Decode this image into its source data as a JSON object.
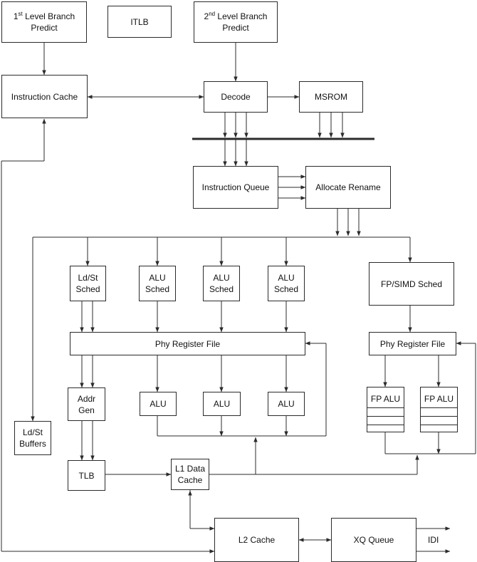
{
  "blocks": {
    "bp1_sup": "st",
    "bp1_rest": " Level Branch\nPredict",
    "bp1_num": "1",
    "itlb": "ITLB",
    "bp2_num": "2",
    "bp2_sup": "nd",
    "bp2_rest": " Level Branch\nPredict",
    "icache": "Instruction Cache",
    "decode": "Decode",
    "msrom": "MSROM",
    "iqueue": "Instruction Queue",
    "alloc": "Allocate Rename",
    "ldst_sched": "Ld/St\nSched",
    "alu_sched": "ALU\nSched",
    "fp_sched": "FP/SIMD Sched",
    "prf": "Phy Register File",
    "fp_prf": "Phy Register File",
    "addr_gen": "Addr\nGen",
    "alu": "ALU",
    "fp_alu": "FP ALU",
    "ldst_buffers": "Ld/St\nBuffers",
    "tlb": "TLB",
    "l1": "L1 Data\nCache",
    "l2": "L2 Cache",
    "xq": "XQ Queue",
    "idi": "IDI"
  },
  "colors": {
    "line": "#2b2b2b",
    "bus": "#2b2b2b",
    "text": "#111111"
  }
}
